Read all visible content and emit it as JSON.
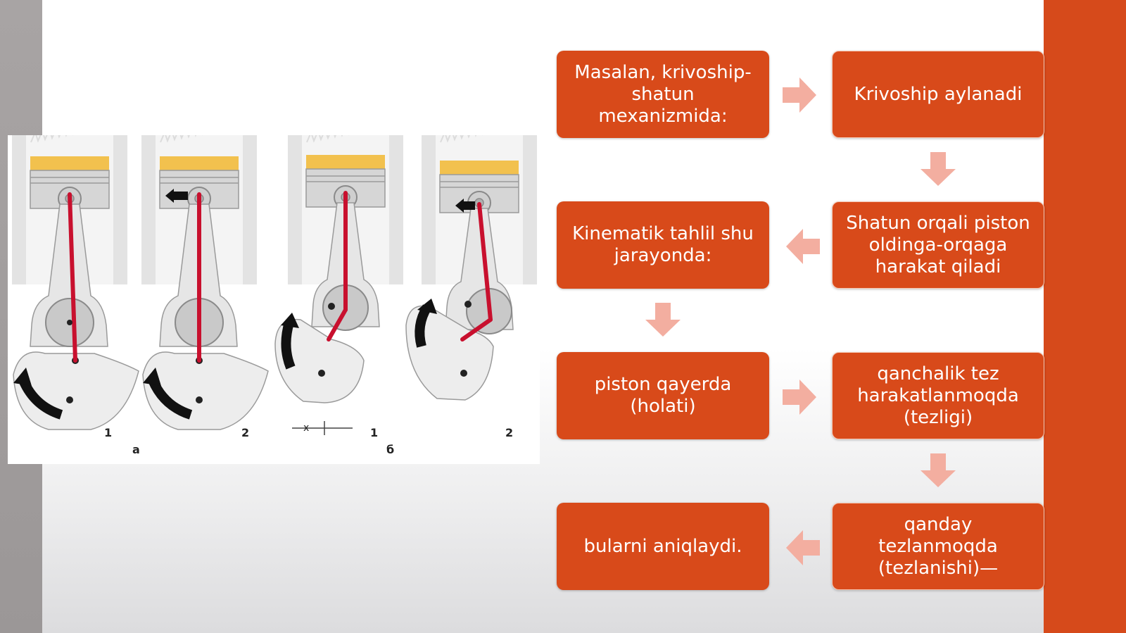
{
  "flow": {
    "boxes": [
      {
        "text": "Masalan, krivoship-shatun mexanizmida:"
      },
      {
        "text": "Krivoship aylanadi"
      },
      {
        "text": "Shatun orqali piston oldinga-orqaga harakat qiladi"
      },
      {
        "text": "Kinematik tahlil shu jarayonda:"
      },
      {
        "text": "piston qayerda (holati)"
      },
      {
        "text": "qanchalik tez harakatlanmoqda (tezligi)"
      },
      {
        "text": "qanday tezlanmoqda (tezlanishi)—"
      },
      {
        "text": "bularni aniqlaydi."
      }
    ]
  },
  "figure": {
    "labels": {
      "p1": "1",
      "p2": "2",
      "p3": "1",
      "p4": "2",
      "group_a": "а",
      "group_b": "б",
      "x": "x"
    }
  },
  "colors": {
    "accent": "#d84a1a",
    "side_bar": "#d64a1b",
    "arrow": "#f3aea0",
    "rod": "#c8102e",
    "piston_crown": "#f2c14e"
  }
}
